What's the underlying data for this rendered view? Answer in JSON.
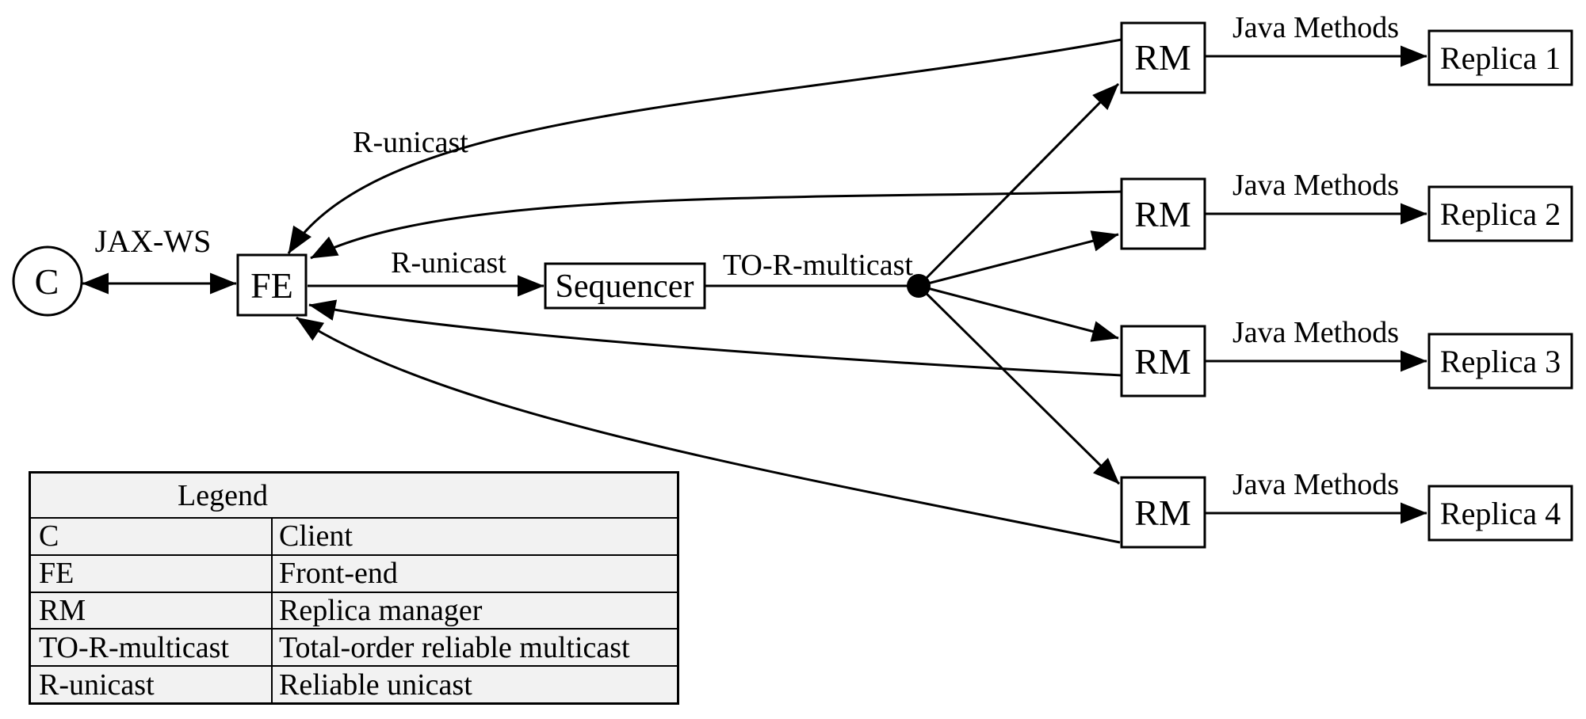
{
  "colors": {
    "line": "#000000",
    "page_bg": "#ffffff",
    "legend_bg": "#f2f2f2",
    "text": "#000000"
  },
  "nodes": {
    "client": "C",
    "front_end": "FE",
    "sequencer": "Sequencer"
  },
  "edge_labels": {
    "client_fe": "JAX-WS",
    "rm_return_to_fe": "R-unicast",
    "fe_to_sequencer": "R-unicast",
    "sequencer_multicast": "TO-R-multicast"
  },
  "replica_rows": [
    {
      "rm": "RM",
      "edge": "Java Methods",
      "replica": "Replica 1"
    },
    {
      "rm": "RM",
      "edge": "Java Methods",
      "replica": "Replica 2"
    },
    {
      "rm": "RM",
      "edge": "Java Methods",
      "replica": "Replica 3"
    },
    {
      "rm": "RM",
      "edge": "Java Methods",
      "replica": "Replica 4"
    }
  ],
  "legend": {
    "title": "Legend",
    "rows": [
      {
        "abbr": "C",
        "meaning": "Client"
      },
      {
        "abbr": "FE",
        "meaning": "Front-end"
      },
      {
        "abbr": "RM",
        "meaning": "Replica manager"
      },
      {
        "abbr": "TO-R-multicast",
        "meaning": "Total-order reliable multicast"
      },
      {
        "abbr": "R-unicast",
        "meaning": "Reliable unicast"
      }
    ]
  }
}
